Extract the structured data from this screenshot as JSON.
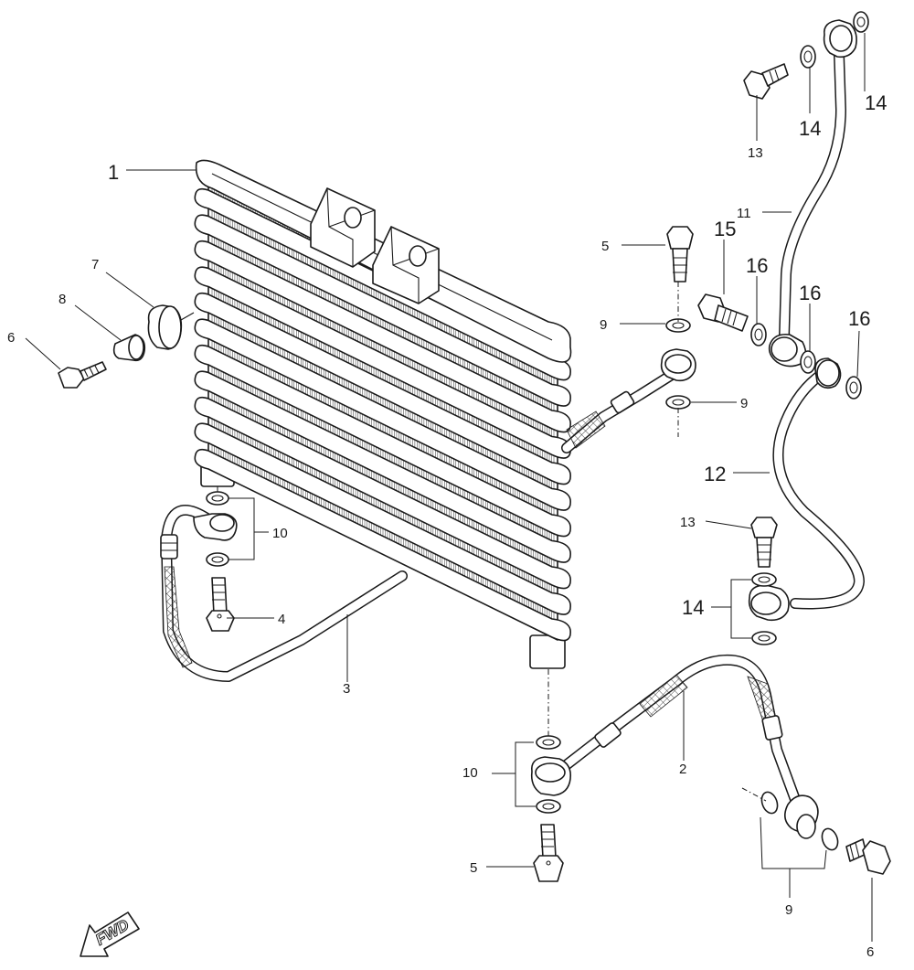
{
  "fwd_label": "FWD",
  "callouts": {
    "c1": "1",
    "c2": "2",
    "c3": "3",
    "c4": "4",
    "c5a": "5",
    "c5b": "5",
    "c6a": "6",
    "c6b": "6",
    "c7": "7",
    "c8": "8",
    "c9a": "9",
    "c9b": "9",
    "c9c": "9",
    "c10a": "10",
    "c10b": "10",
    "c11": "11",
    "c12": "12",
    "c13a": "13",
    "c13b": "13",
    "c14a": "14",
    "c14b": "14",
    "c14c": "14",
    "c15": "15",
    "c16a": "16",
    "c16b": "16",
    "c16c": "16"
  }
}
